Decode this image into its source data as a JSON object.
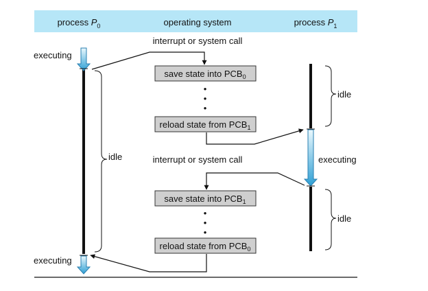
{
  "header": {
    "process0": {
      "prefix": "process ",
      "name": "P",
      "sub": "0"
    },
    "os": "operating system",
    "process1": {
      "prefix": "process ",
      "name": "P",
      "sub": "1"
    }
  },
  "colors": {
    "header_band": "#b6e6f7",
    "box_fill": "#cfcfcf",
    "arrow_top": "#eaf8fd",
    "arrow_bottom": "#2e9fd4",
    "line": "#111111"
  },
  "labels": {
    "trigger_top": "interrupt or system call",
    "trigger_mid": "interrupt or system call",
    "p0_executing_top": "executing",
    "p0_idle": "idle",
    "p0_executing_bottom": "executing",
    "p1_idle_top": "idle",
    "p1_executing": "executing",
    "p1_idle_bottom": "idle"
  },
  "boxes": {
    "save0": {
      "text": "save state into PCB",
      "sub": "0"
    },
    "reload1": {
      "text": "reload state from PCB",
      "sub": "1"
    },
    "save1": {
      "text": "save state into PCB",
      "sub": "1"
    },
    "reload0": {
      "text": "reload state from PCB",
      "sub": "0"
    }
  },
  "ellipsis_glyph": "•"
}
